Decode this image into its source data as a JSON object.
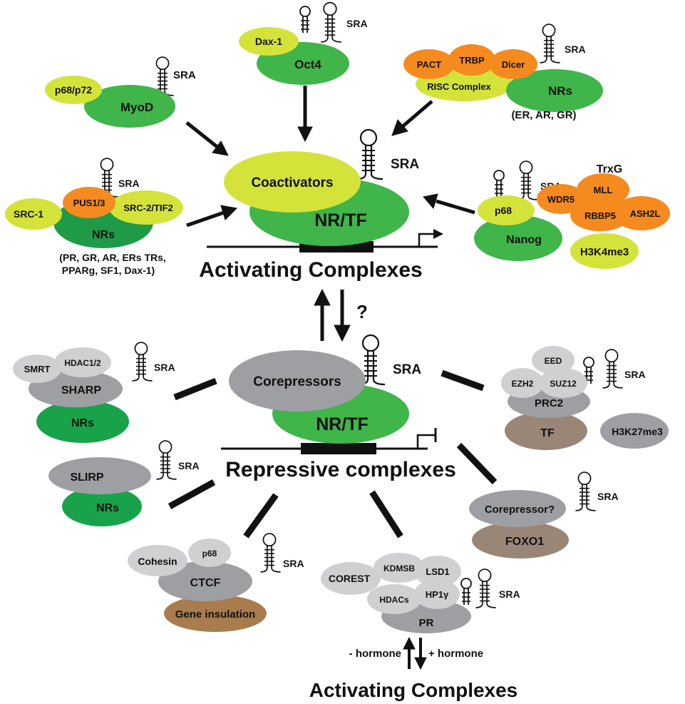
{
  "colors": {
    "green": "#3fb54a",
    "dark_green": "#1f9a47",
    "mid_green": "#18a34a",
    "yellow_green": "#d4e33a",
    "orange": "#f58a1f",
    "gray": "#9e9fa3",
    "light_gray": "#cfd0d2",
    "mauve": "#9a8677",
    "brown": "#a97c4d"
  },
  "labels": {
    "sra": "SRA",
    "question": "?",
    "myod": "MyoD",
    "p68_p72": "p68/p72",
    "dax1": "Dax-1",
    "oct4": "Oct4",
    "pact": "PACT",
    "trbp": "TRBP",
    "dicer": "Dicer",
    "risc": "RISC Complex",
    "nrs": "NRs",
    "nrs_er_list": "(ER, AR, GR)",
    "coactivators": "Coactivators",
    "nr_tf": "NR/TF",
    "src1": "SRC-1",
    "pus13": "PUS1/3",
    "src2": "SRC-2/TIF2",
    "pr_list_1": "(PR, GR, AR, ERs TRs,",
    "pr_list_2": "PPARg, SF1, Dax-1)",
    "trxg": "TrxG",
    "wdr5": "WDR5",
    "mll": "MLL",
    "rbbp5": "RBBP5",
    "ash2l": "ASH2L",
    "p68": "p68",
    "nanog": "Nanog",
    "h3k4me3": "H3K4me3",
    "activating_complexes": "Activating Complexes",
    "corepressors": "Corepressors",
    "smrt": "SMRT",
    "hdac12": "HDAC1/2",
    "sharp": "SHARP",
    "eed": "EED",
    "ezh2": "EZH2",
    "suz12": "SUZ12",
    "prc2": "PRC2",
    "tf": "TF",
    "h3k27me3": "H3K27me3",
    "repressive_complexes": "Repressive complexes",
    "slirp": "SLIRP",
    "corepressor_q": "Corepressor?",
    "foxo1": "FOXO1",
    "cohesin": "Cohesin",
    "ctcf": "CTCF",
    "gene_insulation": "Gene insulation",
    "corest": "COREST",
    "kdmsb": "KDMSB",
    "lsd1": "LSD1",
    "hdacs": "HDACs",
    "hp1g": "HP1γ",
    "pr": "PR",
    "minus_hormone": "- hormone",
    "plus_hormone": "+ hormone",
    "activating_complexes_bottom": "Activating Complexes"
  }
}
